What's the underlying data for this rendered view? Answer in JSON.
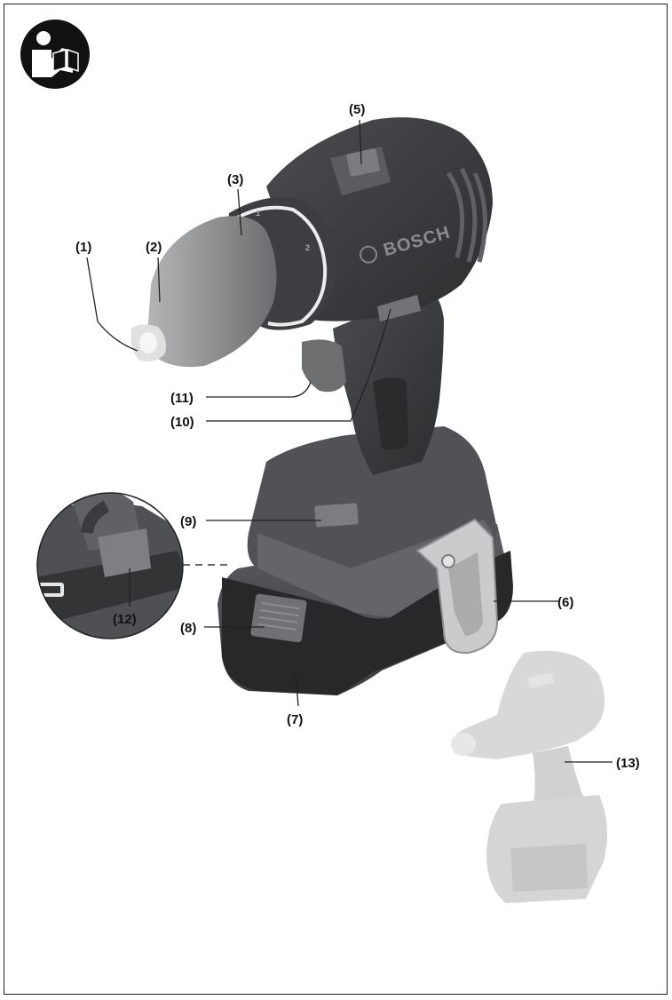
{
  "callouts": {
    "c1": "(1)",
    "c2": "(2)",
    "c3": "(3)",
    "c5": "(5)",
    "c6": "(6)",
    "c7": "(7)",
    "c8": "(8)",
    "c9": "(9)",
    "c10": "(10)",
    "c11": "(11)",
    "c12": "(12)",
    "c13": "(13)"
  },
  "brand_text": "BOSCH",
  "gear_marks": [
    "1",
    "2"
  ],
  "colors": {
    "body_dark": "#3a3b3d",
    "body_mid": "#55575a",
    "body_light": "#6e7073",
    "chuck": "#8c8e90",
    "ghost": "#d9d9d9",
    "ring": "#e8e8e8"
  },
  "icons": [
    "read-manual-icon"
  ]
}
